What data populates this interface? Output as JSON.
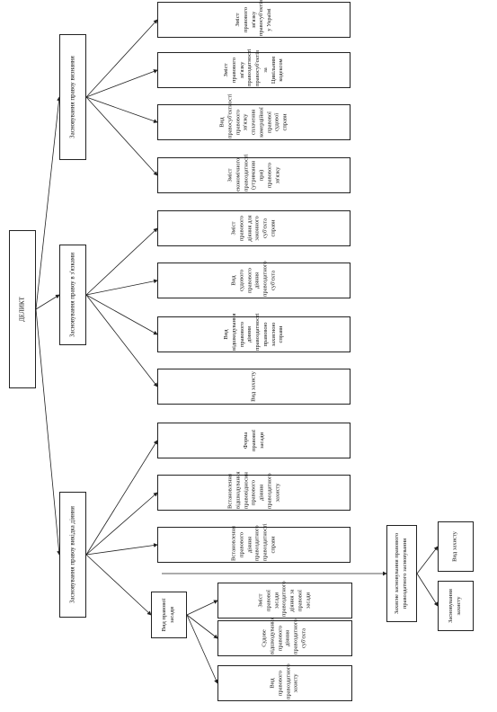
{
  "root": {
    "label": "ДЕЛИКТ"
  },
  "groups": {
    "g1": {
      "label": "Засновування правоу визнання"
    },
    "g2": {
      "label": "Засновування правоу в з'язками"
    },
    "g3": {
      "label": "Засновування правоу викідка діяння"
    }
  },
  "nodes": {
    "g1_a": {
      "label": "Зміст правового зв'язку правосуб'єктів у Україні"
    },
    "g1_b": {
      "label": "Зміст правового зв'язку правоздатності правосуб'єктів за Цивільним кодексом"
    },
    "g1_c": {
      "label": "Вид правосуб'єктності правового зв'язку сплачення комерційної правової судової справи"
    },
    "g1_d": {
      "label": "Зміст економічного правоздатності (утримання при) правового зв'язку"
    },
    "g2_a": {
      "label": "Зміст правового діяння для законного суб'єкта справи"
    },
    "g2_b": {
      "label": "Вид судового правового діяння правоздатного суб'єкта"
    },
    "g2_c": {
      "label": "Вид відшкодування правового діяння правоздатності правовою захисною справи"
    },
    "g2_d": {
      "label": "Вид захисту"
    },
    "g3_a": {
      "label": "Форма правової засади"
    },
    "g3_b": {
      "label": "Встановлення відшкодування правовідносин правового діяння правоздатного захисту"
    },
    "g3_c": {
      "label": "Встановлення правового діяння правоздатного правоздатності справи"
    },
    "g3_d": {
      "label": "Вид правової засади"
    },
    "s_a": {
      "label": "Зміст правової засади правоздатного діяння за правової засади"
    },
    "s_b": {
      "label": "Судове відшкодування правового діяння правоздатного суб'єкта"
    },
    "s_c": {
      "label": "Вид правового правоздатного захисту"
    },
    "x_mid": {
      "label": "Захисне засновування правового правоздатного засновування"
    },
    "x_a": {
      "label": "Вид захисту"
    },
    "x_b": {
      "label": "Засновування захисту"
    }
  }
}
